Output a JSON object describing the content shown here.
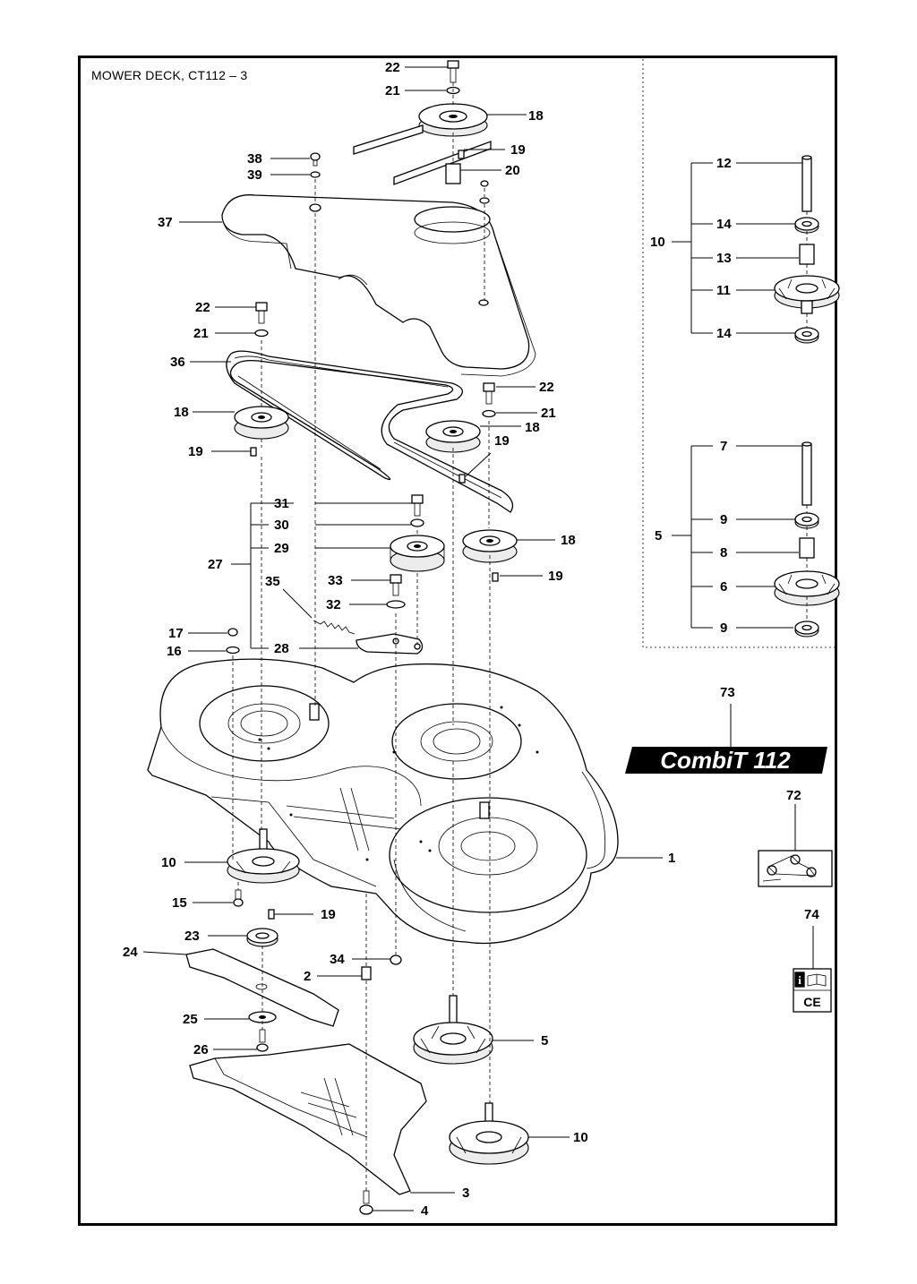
{
  "title": "MOWER DECK, CT112 – 3",
  "brand_logo_text": "CombiT 112",
  "labels": {
    "l22a": "22",
    "l21a": "21",
    "l18a": "18",
    "l19a": "19",
    "l20": "20",
    "l38": "38",
    "l39": "39",
    "l37": "37",
    "l22b": "22",
    "l21b": "21",
    "l36": "36",
    "l18b": "18",
    "l19b": "19",
    "l22c": "22",
    "l21c": "21",
    "l18c": "18",
    "l19c": "19",
    "l31": "31",
    "l30": "30",
    "l29": "29",
    "l27": "27",
    "l18d": "18",
    "l19d": "19",
    "l33": "33",
    "l35": "35",
    "l32": "32",
    "l17": "17",
    "l16": "16",
    "l28": "28",
    "l10a": "10",
    "l15": "15",
    "l19e": "19",
    "l23": "23",
    "l24": "24",
    "l34": "34",
    "l2": "2",
    "l25": "25",
    "l26": "26",
    "l5a": "5",
    "l3": "3",
    "l4": "4",
    "l10b": "10",
    "l1": "1",
    "l12": "12",
    "l14a": "14",
    "l10c": "10",
    "l13": "13",
    "l11": "11",
    "l14b": "14",
    "l7": "7",
    "l9a": "9",
    "l5b": "5",
    "l8": "8",
    "l6": "6",
    "l9b": "9",
    "l73": "73",
    "l72": "72",
    "l74": "74"
  },
  "ce_mark": "CE",
  "info_icon": "i"
}
